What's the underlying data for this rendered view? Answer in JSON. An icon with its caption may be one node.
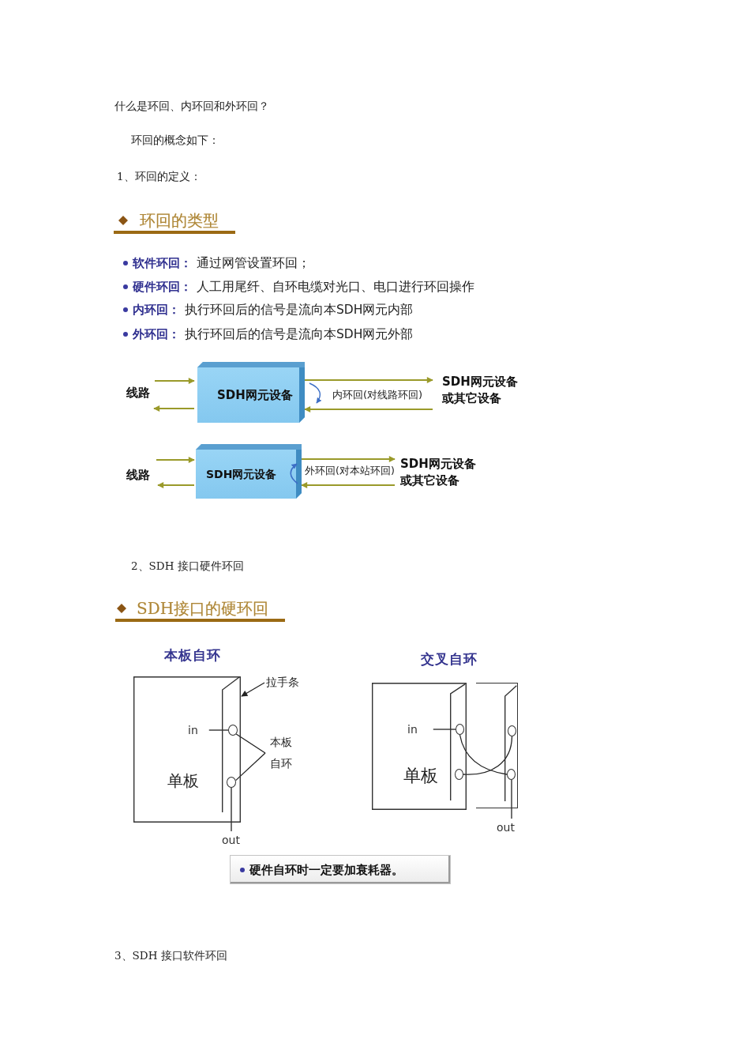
{
  "diagram": {
    "nodes": [
      {
        "text": [
          "线路"
        ]
      },
      {
        "text": [
          "SDH网元设备"
        ]
      },
      {
        "text": [
          "SDH网元设备或其它设备"
        ]
      },
      {
        "text": [
          "线路"
        ]
      },
      {
        "text": [
          "SDH网元设备"
        ]
      },
      {
        "text": [
          "SDH网元设备或其它设备"
        ]
      },
      {
        "text": [
          "单板"
        ]
      },
      {
        "text": [],
        "shape": "bar",
        "in": 6
      },
      {
        "text": [],
        "shape": "circle",
        "in": 7
      },
      {
        "text": [],
        "shape": "circle",
        "in": 7
      },
      {
        "text": [
          "in"
        ],
        "in": 6
      },
      {
        "text": [
          "out"
        ]
      },
      {
        "text": [
          "拉手条"
        ]
      },
      {
        "text": [
          "本板自环"
        ]
      },
      {
        "text": [
          "单板"
        ]
      },
      {
        "text": [],
        "shape": "bar",
        "in": 14
      },
      {
        "text": [],
        "shape": "circle",
        "in": 15
      },
      {
        "text": [],
        "shape": "circle",
        "in": 15
      },
      {
        "text": [],
        "shape": "box"
      },
      {
        "text": [],
        "shape": "bar",
        "in": 18
      },
      {
        "text": [],
        "shape": "circle",
        "in": 19
      },
      {
        "text": [],
        "shape": "circle",
        "in": 19
      },
      {
        "text": [
          "in"
        ],
        "in": 14
      },
      {
        "text": [
          "out"
        ]
      },
      {
        "text": [
          "硬件自环时一定要加衰耗器。"
        ]
      }
    ],
    "edges": [
      {
        "from": 0,
        "to": 1,
        "arrow": "to",
        "color": "#9a9a2a"
      },
      {
        "from": 1,
        "to": 0,
        "arrow": "to",
        "color": "#9a9a2a"
      },
      {
        "from": 1,
        "to": 2,
        "arrow": "to",
        "color": "#9a9a2a"
      },
      {
        "from": 2,
        "to": 1,
        "arrow": "to",
        "color": "#9a9a2a"
      },
      {
        "from": 3,
        "to": 4,
        "arrow": "to",
        "color": "#9a9a2a"
      },
      {
        "from": 4,
        "to": 3,
        "arrow": "to",
        "color": "#9a9a2a"
      },
      {
        "from": 4,
        "to": 5,
        "arrow": "to",
        "color": "#9a9a2a"
      },
      {
        "from": 5,
        "to": 4,
        "arrow": "to",
        "color": "#9a9a2a"
      },
      {
        "from": 10,
        "to": 8,
        "arrow": "none"
      },
      {
        "from": 9,
        "to": 11,
        "arrow": "none"
      },
      {
        "from": 12,
        "to": 7,
        "arrow": "to"
      },
      {
        "from": 13,
        "to": 8,
        "arrow": "none"
      },
      {
        "from": 13,
        "to": 9,
        "arrow": "none"
      },
      {
        "from": 22,
        "to": 16,
        "arrow": "none"
      },
      {
        "from": 16,
        "to": 21,
        "arrow": "none"
      },
      {
        "from": 20,
        "to": 17,
        "arrow": "none"
      },
      {
        "from": 21,
        "to": 23,
        "arrow": "none"
      }
    ],
    "labels": [
      "什么是环回、内环回和外环回？",
      "环回的概念如下：",
      "1、环回的定义：",
      "环回的类型",
      "**软件环回：**通过网管设置环回；",
      "**硬件环回：**人工用尾纤、自环电缆对光口、电口进行环回操作",
      "**内环回：**执行环回后的信号是流向本SDH网元内部",
      "**外环回：**执行环回后的信号是流向本SDH网元外部",
      "内环回(对线路环回)",
      "外环回(对本站环回)",
      "2、SDH 接口硬件环回",
      "SDH接口的硬环回",
      "本板自环",
      "交叉自环",
      "3、SDH 接口软件环回"
    ]
  }
}
